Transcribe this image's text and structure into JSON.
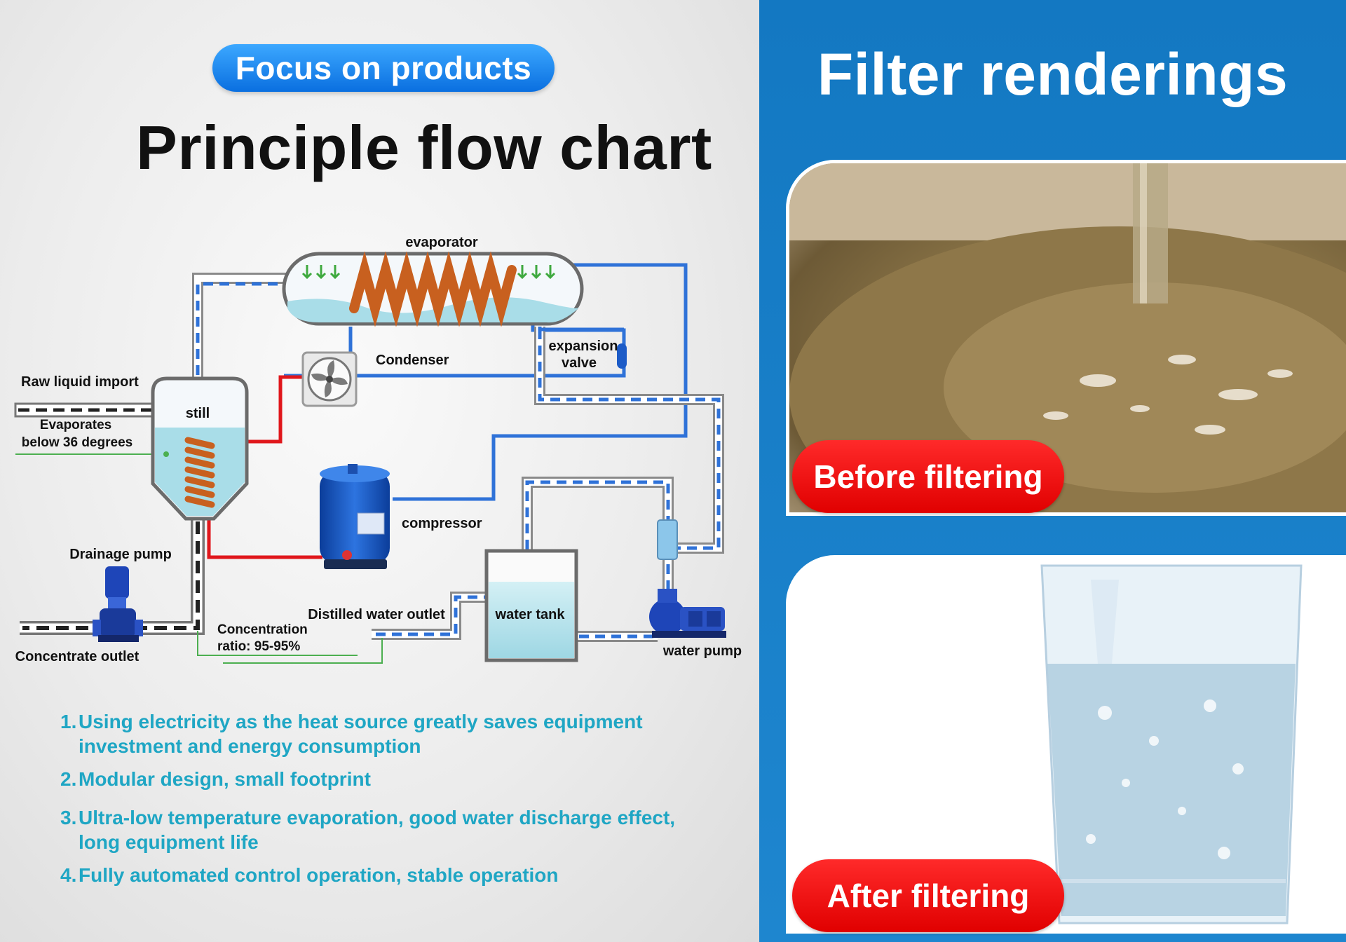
{
  "left": {
    "badge": "Focus on products",
    "title": "Principle flow chart",
    "diagram": {
      "evaporator": "evaporator",
      "condenser": "Condenser",
      "expansion_valve_line1": "expansion",
      "expansion_valve_line2": "valve",
      "raw_liquid_import": "Raw liquid import",
      "still": "still",
      "evaporates_line1": "Evaporates",
      "evaporates_line2": "below 36 degrees",
      "compressor": "compressor",
      "drainage_pump": "Drainage pump",
      "distilled_water_outlet": "Distilled water outlet",
      "water_tank": "water tank",
      "concentration_line1": "Concentration",
      "concentration_line2": "ratio: 95-95%",
      "concentrate_outlet": "Concentrate outlet",
      "water_pump": "water pump"
    },
    "features": [
      {
        "num": "1.",
        "text": "Using electricity as the heat source greatly saves equipment investment and energy consumption"
      },
      {
        "num": "2.",
        "text": "Modular design, small footprint"
      },
      {
        "num": "3.",
        "text": "Ultra-low temperature evaporation, good water discharge effect, long equipment life"
      },
      {
        "num": "4.",
        "text": "Fully automated control operation, stable operation"
      }
    ]
  },
  "right": {
    "title": "Filter renderings",
    "before_label": "Before filtering",
    "after_label": "After filtering"
  },
  "colors": {
    "accent_blue": "#1378c2",
    "pipe_blue": "#2f72d8",
    "pipe_red": "#e0161b",
    "feature_text": "#1fa6c4",
    "badge_red": "#e00000",
    "coil_copper": "#c8601f"
  }
}
